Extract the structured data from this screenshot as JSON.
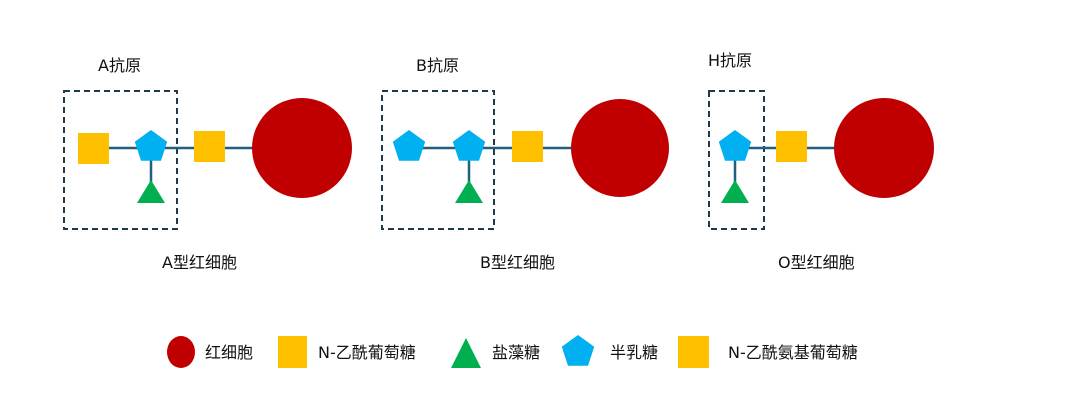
{
  "colors": {
    "red_cell": "#C00000",
    "square": "#FFC000",
    "pentagon": "#00B0F0",
    "triangle": "#00B050",
    "line": "#1F5F7F",
    "box": "#1F3A4A"
  },
  "panels": [
    {
      "antigen_label": "A抗原",
      "cell_label": "A型红细胞"
    },
    {
      "antigen_label": "B抗原",
      "cell_label": "B型红细胞"
    },
    {
      "antigen_label": "H抗原",
      "cell_label": "O型红细胞"
    }
  ],
  "legend": [
    {
      "shape": "circle",
      "label": "红细胞"
    },
    {
      "shape": "square",
      "label": "N-乙酰葡萄糖"
    },
    {
      "shape": "triangle",
      "label": "盐藻糖"
    },
    {
      "shape": "pentagon",
      "label": "半乳糖"
    },
    {
      "shape": "square",
      "label": "N-乙酰氨基葡萄糖"
    }
  ]
}
